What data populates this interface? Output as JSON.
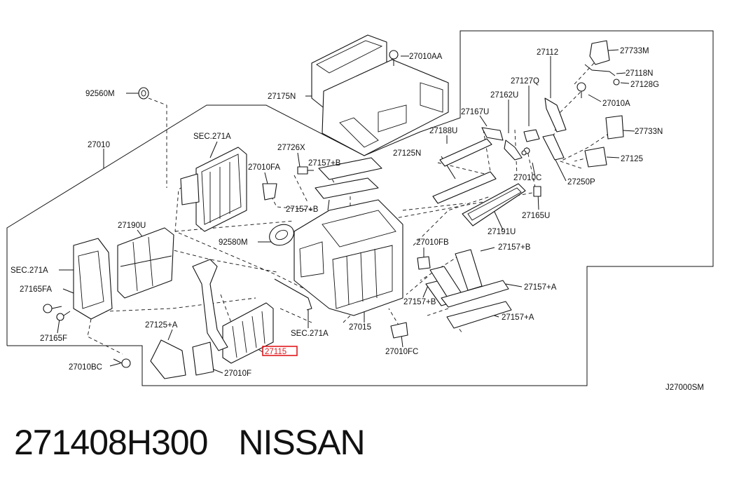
{
  "diagram": {
    "labels": {
      "p27010AA": "27010AA",
      "p92560M": "92560M",
      "p27175N": "27175N",
      "p27010": "27010",
      "sec271a_top": "SEC.271A",
      "p27726X": "27726X",
      "p27010FA": "27010FA",
      "p27157B_a": "27157+B",
      "p27157B_b": "27157+B",
      "p27190U": "27190U",
      "p92580M": "92580M",
      "sec271a_left": "SEC.271A",
      "p27165FA": "27165FA",
      "p27165F": "27165F",
      "p27125A": "27125+A",
      "p27010BC": "27010BC",
      "p27010F": "27010F",
      "p27115": "27115",
      "sec271a_bottom": "SEC.271A",
      "p27015": "27015",
      "p27010FC": "27010FC",
      "p27157B_c": "27157+B",
      "p27010FB": "27010FB",
      "p27157B_d": "27157+B",
      "p27157A_a": "27157+A",
      "p27157A_b": "27157+A",
      "p27191U": "27191U",
      "p27165U": "27165U",
      "p27125N": "27125N",
      "p27188U": "27188U",
      "p27167U": "27167U",
      "p27162U": "27162U",
      "p27127Q": "27127Q",
      "p27112": "27112",
      "p27733M": "27733M",
      "p27118N": "27118N",
      "p27128G": "27128G",
      "p27010A": "27010A",
      "p27733N": "27733N",
      "p27125": "27125",
      "p27010C": "27010C",
      "p27250P": "27250P",
      "diagram_code": "J27000SM"
    },
    "highlight_color": "#e0191e"
  },
  "caption": {
    "part_number": "271408H300",
    "brand": "NISSAN"
  }
}
